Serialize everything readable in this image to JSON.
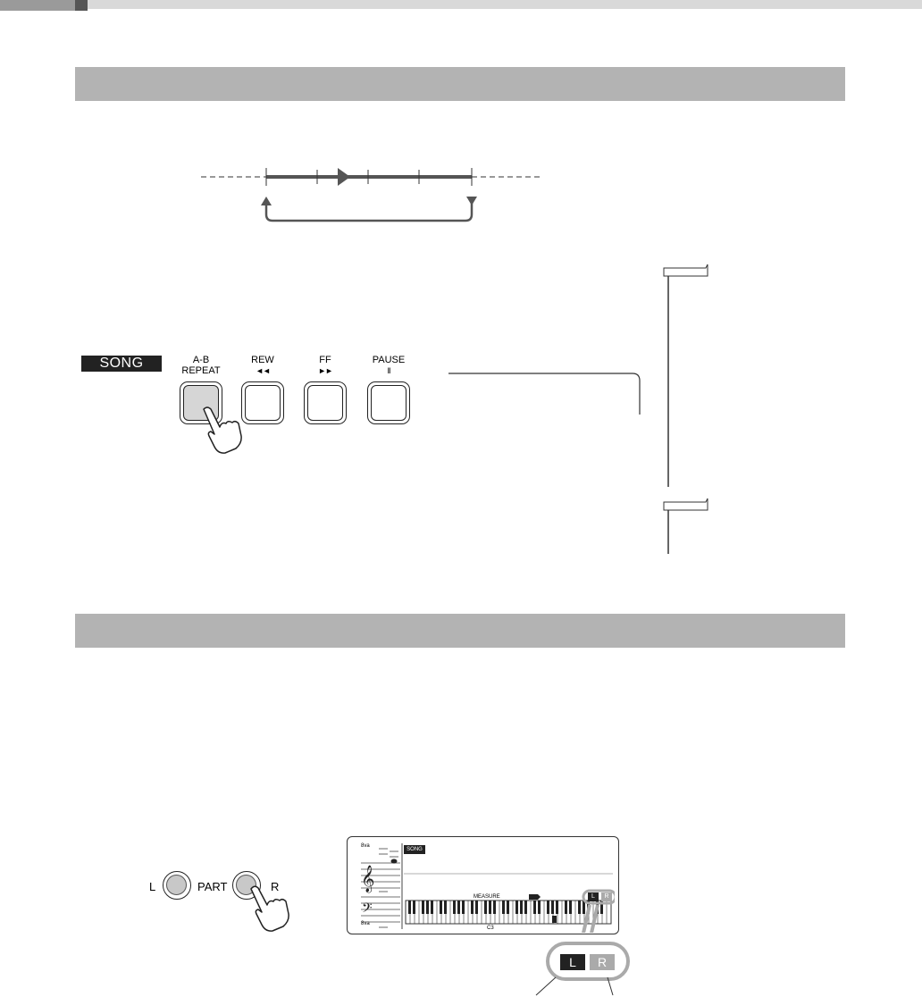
{
  "song_panel": {
    "section_label": "SONG",
    "buttons": [
      {
        "name": "A-B",
        "name2": "REPEAT",
        "symbol": ""
      },
      {
        "name": "REW",
        "name2": "",
        "symbol": "◄◄"
      },
      {
        "name": "FF",
        "name2": "",
        "symbol": "►►"
      },
      {
        "name": "PAUSE",
        "name2": "",
        "symbol": "II"
      }
    ],
    "pressed_button": "A-B REPEAT"
  },
  "part_panel": {
    "left_label": "L",
    "center_label": "PART",
    "right_label": "R",
    "pressed_button": "R"
  },
  "lcd": {
    "octave_up": "8va",
    "octave_down": "8va",
    "song_tag": "SONG",
    "measure_label": "MEASURE",
    "key_label": "C3",
    "part_l": "L",
    "part_r": "R"
  },
  "callout": {
    "left": "L",
    "right": "R"
  },
  "colors": {
    "section_bar": "#b3b3b3",
    "pressed_button": "#d6d6d6",
    "part_r_off": "#aaaaaa"
  }
}
